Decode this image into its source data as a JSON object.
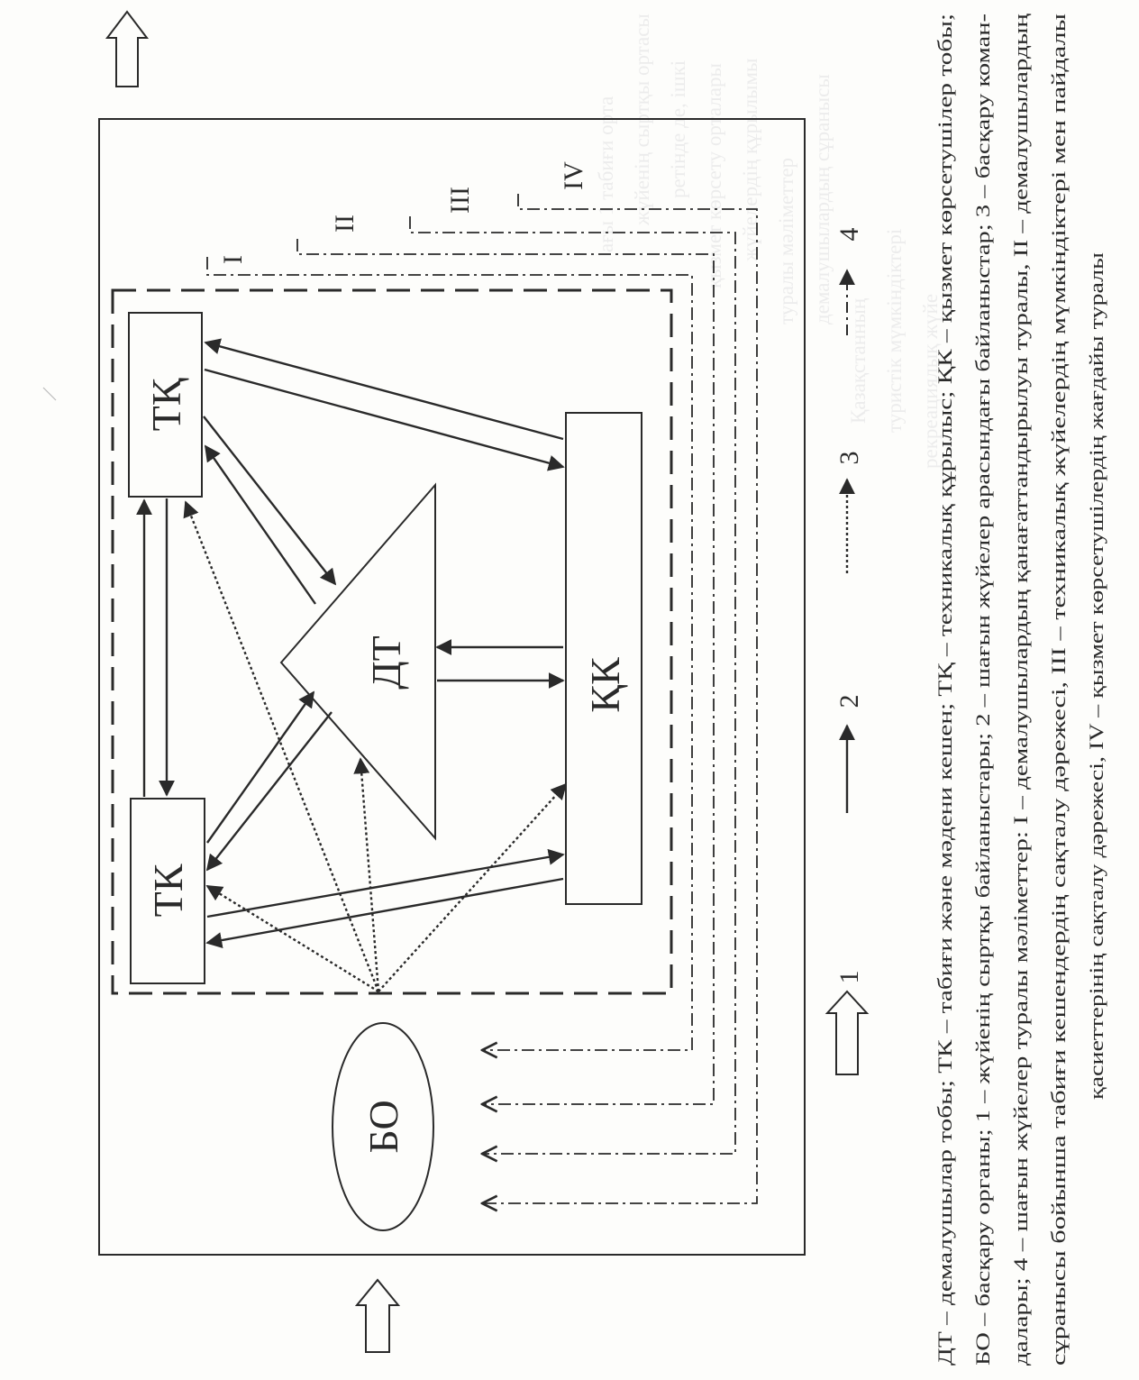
{
  "nodes": {
    "tk_top": "ТҚ",
    "tk_bottom": "ТК",
    "dt": "ДТ",
    "kk": "ҚК",
    "bo": "БО"
  },
  "levels": [
    "I",
    "II",
    "III",
    "IV"
  ],
  "legend_keys": [
    "1",
    "2",
    "3",
    "4"
  ],
  "caption_lines": [
    "ДТ – демалушылар тобы; ТК – табиғи және мәдени кешен; ТҚ – техникалық құрылыс; ҚК – қызмет көрсетушілер тобы;",
    "БО – басқару органы; 1 – жүйенің сыртқы байланыстары; 2 – шағын жүйелер арасындағы байланыстар; 3 – басқару коман-",
    "далары; 4 – шағын жүйелер туралы мәліметтер: I – демалушылардың қанағаттандырылуы туралы, II – демалушылардың",
    "сұранысы бойынша табиғи кешендердің сақталу дәрежесі, III – техникалық жүйелердің мүмкіндіктері мен пайдалы",
    "қасиеттерінің сақталу дәрежесі, IV – қызмет көрсетушілердің жағдайы туралы"
  ],
  "colors": {
    "ink": "#2a2a2a",
    "paper": "#fdfdfb",
    "bleed": "#ececec"
  },
  "bleed_through_text": [
    "ағы 1 табиғи орта",
    "жүйенің сыртқы ортасы",
    "ретінде де, ішкі",
    "қызмет көрсету орталары",
    "жүйелердің құрылымы",
    "туралы мәліметтер",
    "демалушылардың сұранысы",
    "Қазақстанның",
    "туристік мүмкіндіктері",
    "рекреациялық жүйе"
  ]
}
